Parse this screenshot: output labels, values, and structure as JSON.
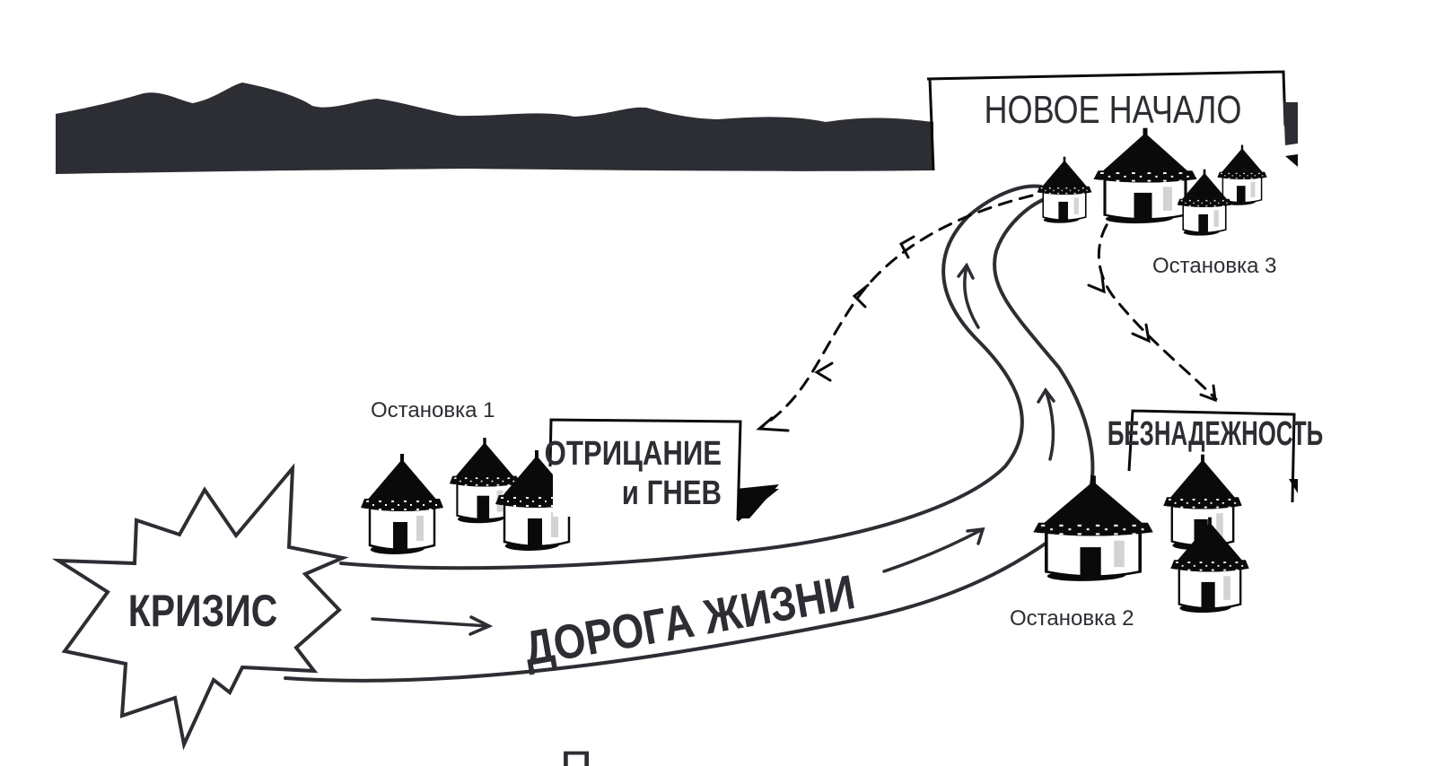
{
  "diagram": {
    "title_partial": "П",
    "colors": {
      "ink": "#2c2e33",
      "black": "#0a0a0a",
      "hut_wall": "#ffffff",
      "hut_detail": "#d2d3d5",
      "background": "#ffffff"
    },
    "start": {
      "label": "КРИЗИС",
      "shape": "starburst"
    },
    "road": {
      "label": "ДОРОГА ЖИЗНИ"
    },
    "stops": [
      {
        "label": "Остановка 1",
        "sign_line1": "ОТРИЦАНИЕ",
        "sign_line2": "и ГНЕВ"
      },
      {
        "label": "Остановка 2",
        "sign": "БЕЗНАДЕЖНОСТЬ"
      },
      {
        "label": "Остановка 3",
        "sign": "НОВОЕ НАЧАЛО"
      }
    ],
    "icons": {
      "mountains": "mountain-range-icon",
      "hut": "hut-icon",
      "arrow": "arrow-icon"
    }
  }
}
